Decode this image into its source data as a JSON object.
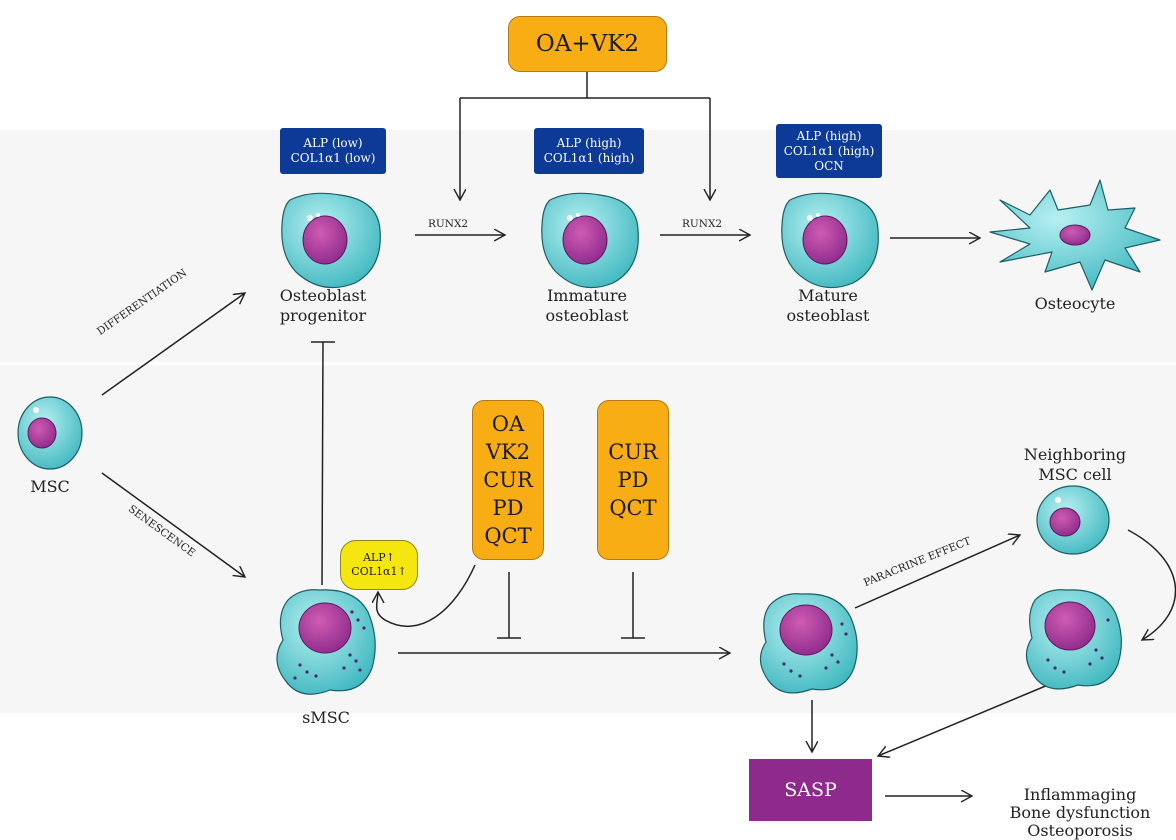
{
  "treatment_top": "OA+VK2",
  "markers": {
    "progenitor": [
      "ALP (low)",
      "COL1α1 (low)"
    ],
    "immature": [
      "ALP (high)",
      "COL1α1 (high)"
    ],
    "mature": [
      "ALP (high)",
      "COL1α1 (high)",
      "OCN"
    ]
  },
  "transitions": {
    "runx2_a": "RUNX2",
    "runx2_b": "RUNX2",
    "differentiation": "DIFFERENTIATION",
    "senescence": "SENESCENCE",
    "paracrine": "PARACRINE EFFECT"
  },
  "cells": {
    "msc": "MSC",
    "progenitor": [
      "Osteoblast",
      "progenitor"
    ],
    "immature": [
      "Immature",
      "osteoblast"
    ],
    "mature": [
      "Mature",
      "osteoblast"
    ],
    "osteocyte": "Osteocyte",
    "smsc": "sMSC",
    "neighbor": [
      "Neighboring",
      "MSC cell"
    ]
  },
  "senolytics_left": [
    "OA",
    "VK2",
    "CUR",
    "PD",
    "QCT"
  ],
  "senolytics_right": [
    "CUR",
    "PD",
    "QCT"
  ],
  "alp_box": [
    "ALP↑",
    "COL1α1↑"
  ],
  "sasp": "SASP",
  "outcomes": [
    "Inflammaging",
    "Bone dysfunction",
    "Osteoporosis"
  ],
  "colors": {
    "marker_bg": "#0c3a96",
    "orange": "#f9ad14",
    "sasp": "#8e2a8c",
    "cell_teal": "#5fd0d6",
    "nucleus": "#a8338f",
    "yellow": "#f5e60f"
  }
}
